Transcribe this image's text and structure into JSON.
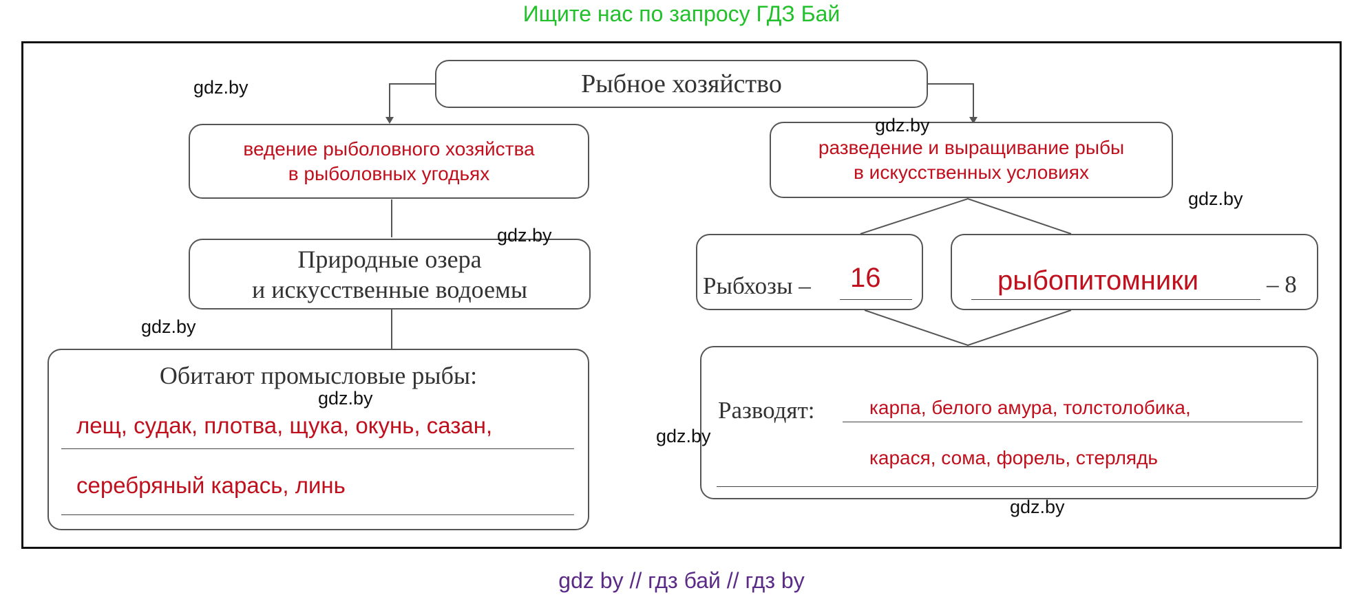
{
  "top_banner": "Ищите нас по запросу ГДЗ Бай",
  "bottom_banner": "gdz by  //  гдз бай  //  гдз by",
  "watermark": "gdz.by",
  "root": "Рыбное хозяйство",
  "left": {
    "branch_line1": "ведение рыболовного хозяйства",
    "branch_line2": "в рыболовных угодьях",
    "water_line1": "Природные озера",
    "water_line2": "и искусственные водоемы",
    "fish_title": "Обитают промысловые рыбы:",
    "fish_answer1": "лещ, судак, плотва, щука, окунь, сазан,",
    "fish_answer2": "серебряный карась, линь"
  },
  "right": {
    "branch_line1": "разведение и выращивание рыбы",
    "branch_line2": "в искусственных условиях",
    "fishfarms_label": "Рыбхозы –",
    "fishfarms_answer": "16",
    "nurseries_answer": "рыбопитомники",
    "nurseries_suffix": "– 8",
    "breed_label": "Разводят:",
    "breed_answer1": "карпа, белого амура, толстолобика,",
    "breed_answer2": "карася, сома, форель, стерлядь"
  }
}
